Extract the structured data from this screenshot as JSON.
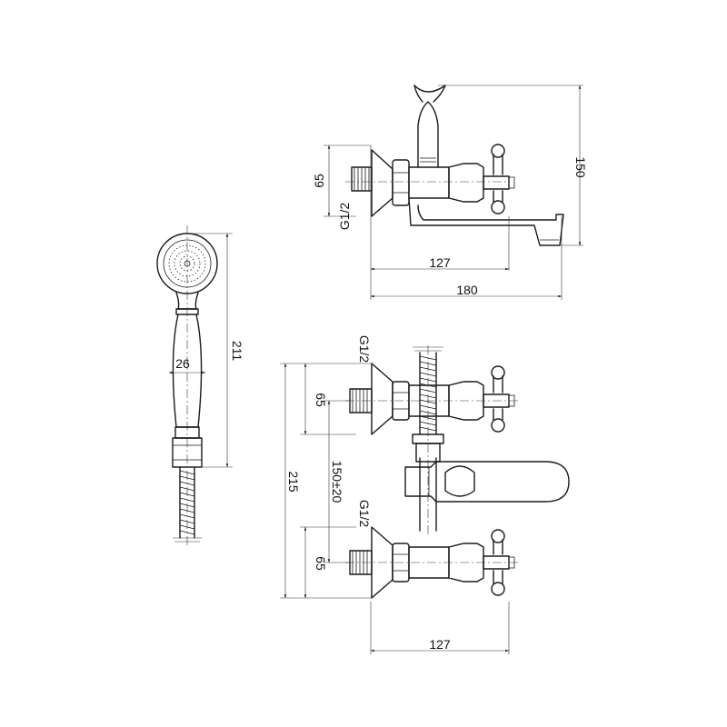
{
  "dimensions": {
    "side_view": {
      "height": "65",
      "thread": "G1/2",
      "total_height": "150",
      "spout_reach": "127",
      "total_depth": "180"
    },
    "hand_shower": {
      "length": "211",
      "diameter": "26"
    },
    "front_view": {
      "thread_top": "G1/2",
      "height_top": "65",
      "total_height": "215",
      "spacing": "150±20",
      "thread_bottom": "G1/2",
      "height_bottom": "65",
      "width": "127"
    }
  }
}
